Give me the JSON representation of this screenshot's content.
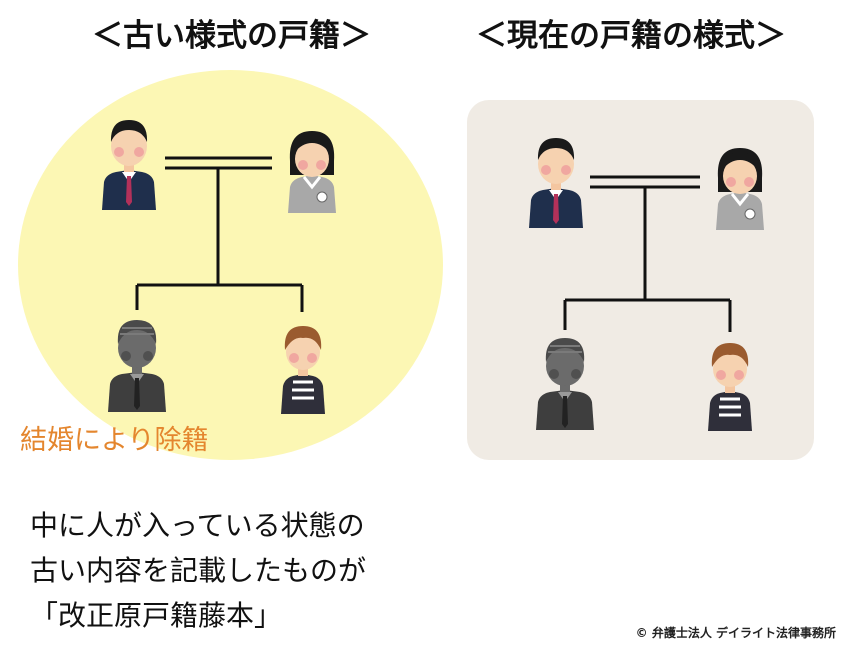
{
  "titles": {
    "old": "＜古い様式の戸籍＞",
    "new": "＜現在の戸籍の様式＞"
  },
  "labels": {
    "removal": "結婚により除籍"
  },
  "caption": {
    "line1": "中に人が入っている状態の",
    "line2": "古い内容を記載したものが",
    "line3": "「改正原戸籍藤本」"
  },
  "copyright": "© 弁護士法人 デイライト法律事務所",
  "colors": {
    "old_background": "#fcf7b4",
    "new_background": "#f0ebe4",
    "removal_text": "#e4862e",
    "tree_line": "#111111",
    "removed_person": "#6b6b6b"
  },
  "icons": {
    "father": "man-in-suit-icon",
    "mother": "woman-icon",
    "child_removed": "grayed-man-icon",
    "child": "boy-icon"
  }
}
